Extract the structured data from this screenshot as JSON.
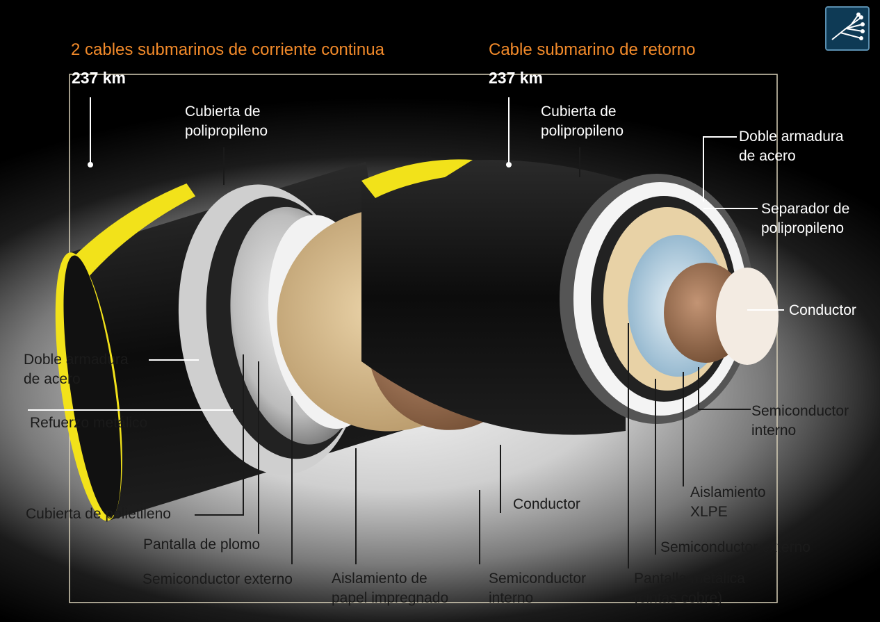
{
  "left_title": "2 cables submarinos de corriente continua",
  "left_km": "237 km",
  "right_title": "Cable submarino de retorno",
  "right_km": "237 km",
  "left_labels": {
    "cubierta_polipropileno": "Cubierta de\npolipropileno",
    "doble_armadura": "Doble armadura\nde acero",
    "refuerzo_metalico": "Refuerzo metálico",
    "cubierta_polietileno": "Cubierta de polietileno",
    "pantalla_plomo": "Pantalla de plomo",
    "semiconductor_externo": "Semiconductor externo",
    "aislamiento_papel": "Aislamiento de\npapel impregnado",
    "semiconductor_interno": "Semiconductor\ninterno",
    "conductor": "Conductor"
  },
  "right_labels": {
    "cubierta_polipropileno": "Cubierta de\npolipropileno",
    "doble_armadura": "Doble armadura\nde acero",
    "separador": "Separador de\npolipropileno",
    "conductor": "Conductor",
    "semiconductor_interno": "Semiconductor\ninterno",
    "aislamiento_xlpe": "Aislamiento\nXLPE",
    "semiconductor_externo": "Semiconductor externo",
    "pantalla_metalica": "Pantalla metálica\n(cintas cobre)"
  },
  "colors": {
    "title": "#f28a2a",
    "jacket": "#111111",
    "stripe": "#f2e21a",
    "paper": "#d9bf92",
    "copper": "#a3724d"
  },
  "logo_icon": "network-tree-icon"
}
